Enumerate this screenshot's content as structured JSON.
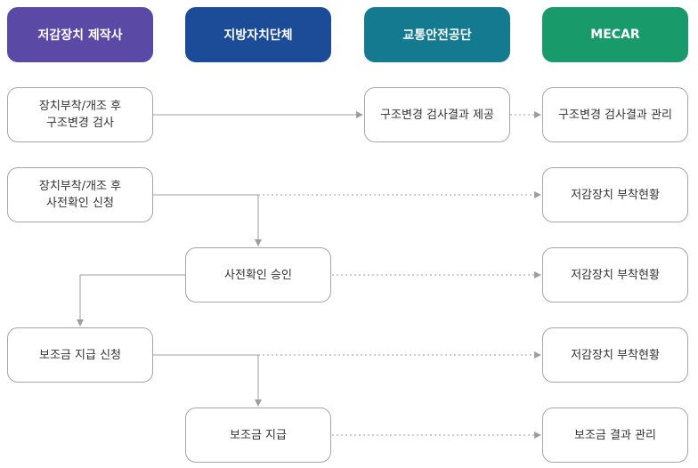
{
  "headers": [
    {
      "label": "저감장치 제작사",
      "color": "#5b4aa5"
    },
    {
      "label": "지방자치단체",
      "color": "#1c4b98"
    },
    {
      "label": "교통안전공단",
      "color": "#137a8f"
    },
    {
      "label": "MECAR",
      "color": "#189a6b"
    }
  ],
  "boxes": {
    "mfr_struct_change": {
      "line1": "장치부착/개조 후",
      "line2": "구조변경 검사"
    },
    "ts_struct_result": {
      "line1": "구조변경 검사결과 제공"
    },
    "mecar_struct_result": {
      "line1": "구조변경 검사결과 관리"
    },
    "mfr_precheck_request": {
      "line1": "장치부착/개조 후",
      "line2": "사전확인 신청"
    },
    "mecar_status_1": {
      "line1": "저감장치 부착현황"
    },
    "gov_precheck_approval": {
      "line1": "사전확인 승인"
    },
    "mecar_status_2": {
      "line1": "저감장치 부착현황"
    },
    "mfr_subsidy_request": {
      "line1": "보조금 지급 신청"
    },
    "mecar_status_3": {
      "line1": "저감장치 부착현황"
    },
    "gov_subsidy_payment": {
      "line1": "보조금 지급"
    },
    "mecar_subsidy_result": {
      "line1": "보조금 결과 관리"
    }
  },
  "colors": {
    "line": "#9e9e9e",
    "border": "#a6a6a6",
    "text": "#333333"
  }
}
